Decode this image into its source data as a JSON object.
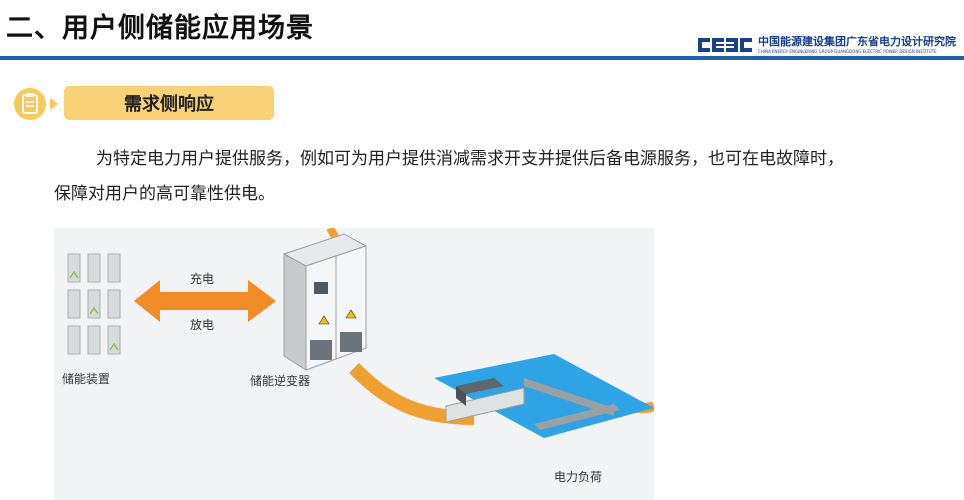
{
  "header": {
    "title": "二、用户侧储能应用场景",
    "logo_text_cn": "中国能源建设集团广东省电力设计研究院",
    "logo_text_en": "CHINA ENERGY ENGINEERING GROUP GUANGDONG ELECTRIC POWER DESIGN INSTITUTE"
  },
  "section": {
    "label": "需求侧响应"
  },
  "body": {
    "line1": "为特定电力用户提供服务，例如可为用户提供消减需求开支并提供后备电源服务，也可在电故障时，",
    "line2": "保障对用户的高可靠性供电。"
  },
  "figure": {
    "labels": {
      "charge": "充电",
      "discharge": "放电",
      "storage_device": "储能装置",
      "inverter": "储能逆变器",
      "load": "电力负荷"
    }
  },
  "colors": {
    "title_bar": "#1f5fb0",
    "section_label_bg": "#f9d277",
    "section_icon": "#f7c95c",
    "arrow": "#f28c28",
    "cable": "#f0a030",
    "load_area": "#2ea4e6"
  }
}
